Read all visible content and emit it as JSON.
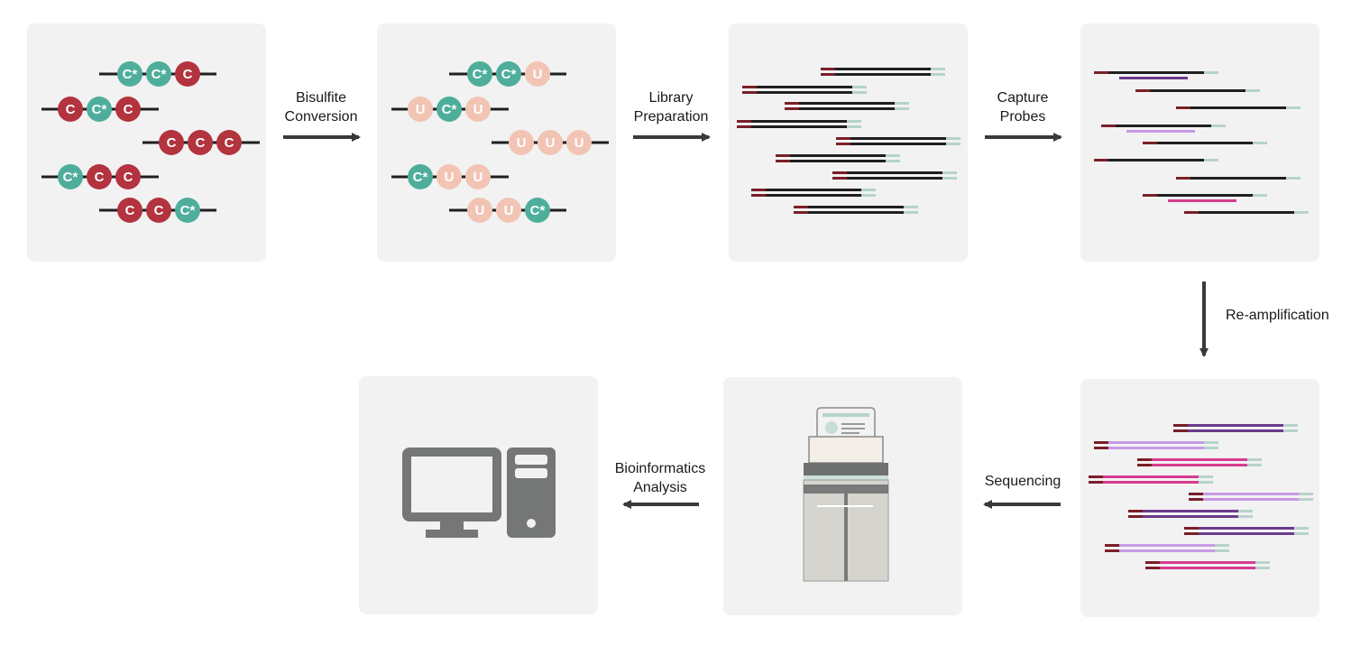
{
  "steps": {
    "bisulfite": {
      "line1": "Bisulfite",
      "line2": "Conversion"
    },
    "library": {
      "line1": "Library",
      "line2": "Preparation"
    },
    "capture": {
      "line1": "Capture",
      "line2": "Probes"
    },
    "reamp": {
      "label": "Re-amplification"
    },
    "sequencing": {
      "label": "Sequencing"
    },
    "bioinformatics": {
      "line1": "Bioinformatics",
      "line2": "Analysis"
    }
  },
  "bases": {
    "methylated": "C*",
    "cytosine": "C",
    "uracil": "U"
  },
  "colors": {
    "panel": "#f2f2f2",
    "methylated_c": "#4fae9b",
    "cytosine": "#b3333f",
    "uracil": "#f2c4b4",
    "read_core": "#1f1f1f",
    "adapter_red": "#7a1f28",
    "adapter_teal": "#b6d3cb",
    "probe_light": "#c79ae6",
    "probe_dark": "#6b3a8a",
    "probe_pink": "#d63c8e",
    "arrow": "#3a3a3a",
    "device_gray": "#757676"
  }
}
